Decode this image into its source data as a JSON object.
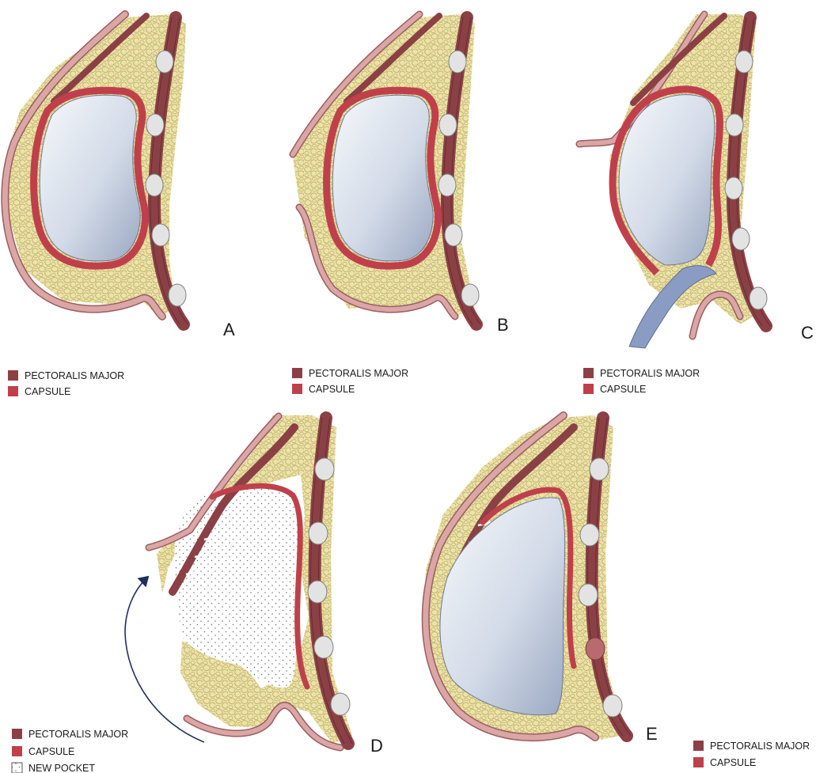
{
  "colors": {
    "pectoralis": "#8b4045",
    "capsule": "#bf404b",
    "fat_fill": "#ece3a8",
    "fat_line": "#b9a963",
    "skin": "#dba6a6",
    "skin_edge": "#9a5d61",
    "implant_light": "#f6f8fb",
    "implant_dark": "#9aa8c2",
    "rib": "#e3e3e3",
    "instrument": "#8a9cc3",
    "arrow": "#1f2f5c"
  },
  "panels": [
    {
      "id": "A",
      "letter": "A",
      "instrument": false,
      "new_pocket": false,
      "large_implant": false
    },
    {
      "id": "B",
      "letter": "B",
      "instrument": false,
      "new_pocket": false,
      "large_implant": false
    },
    {
      "id": "C",
      "letter": "C",
      "instrument": true,
      "new_pocket": false,
      "large_implant": false
    },
    {
      "id": "D",
      "letter": "D",
      "instrument": false,
      "new_pocket": true,
      "large_implant": false
    },
    {
      "id": "E",
      "letter": "E",
      "instrument": false,
      "new_pocket": false,
      "large_implant": true
    }
  ],
  "legends": [
    {
      "id": "A",
      "items": [
        {
          "swatch": "pectoralis",
          "label": "PECTORALIS MAJOR"
        },
        {
          "swatch": "capsule",
          "label": "CAPSULE"
        }
      ]
    },
    {
      "id": "B",
      "items": [
        {
          "swatch": "pectoralis",
          "label": "PECTORALIS MAJOR"
        },
        {
          "swatch": "capsule",
          "label": "CAPSULE"
        }
      ]
    },
    {
      "id": "C",
      "items": [
        {
          "swatch": "pectoralis",
          "label": "PECTORALIS MAJOR"
        },
        {
          "swatch": "capsule",
          "label": "CAPSULE"
        }
      ]
    },
    {
      "id": "D",
      "items": [
        {
          "swatch": "pectoralis",
          "label": "PECTORALIS MAJOR"
        },
        {
          "swatch": "capsule",
          "label": "CAPSULE"
        },
        {
          "swatch": "dotted",
          "label": "NEW POCKET"
        }
      ]
    },
    {
      "id": "E",
      "items": [
        {
          "swatch": "pectoralis",
          "label": "PECTORALIS MAJOR"
        },
        {
          "swatch": "capsule",
          "label": "CAPSULE"
        }
      ]
    }
  ]
}
